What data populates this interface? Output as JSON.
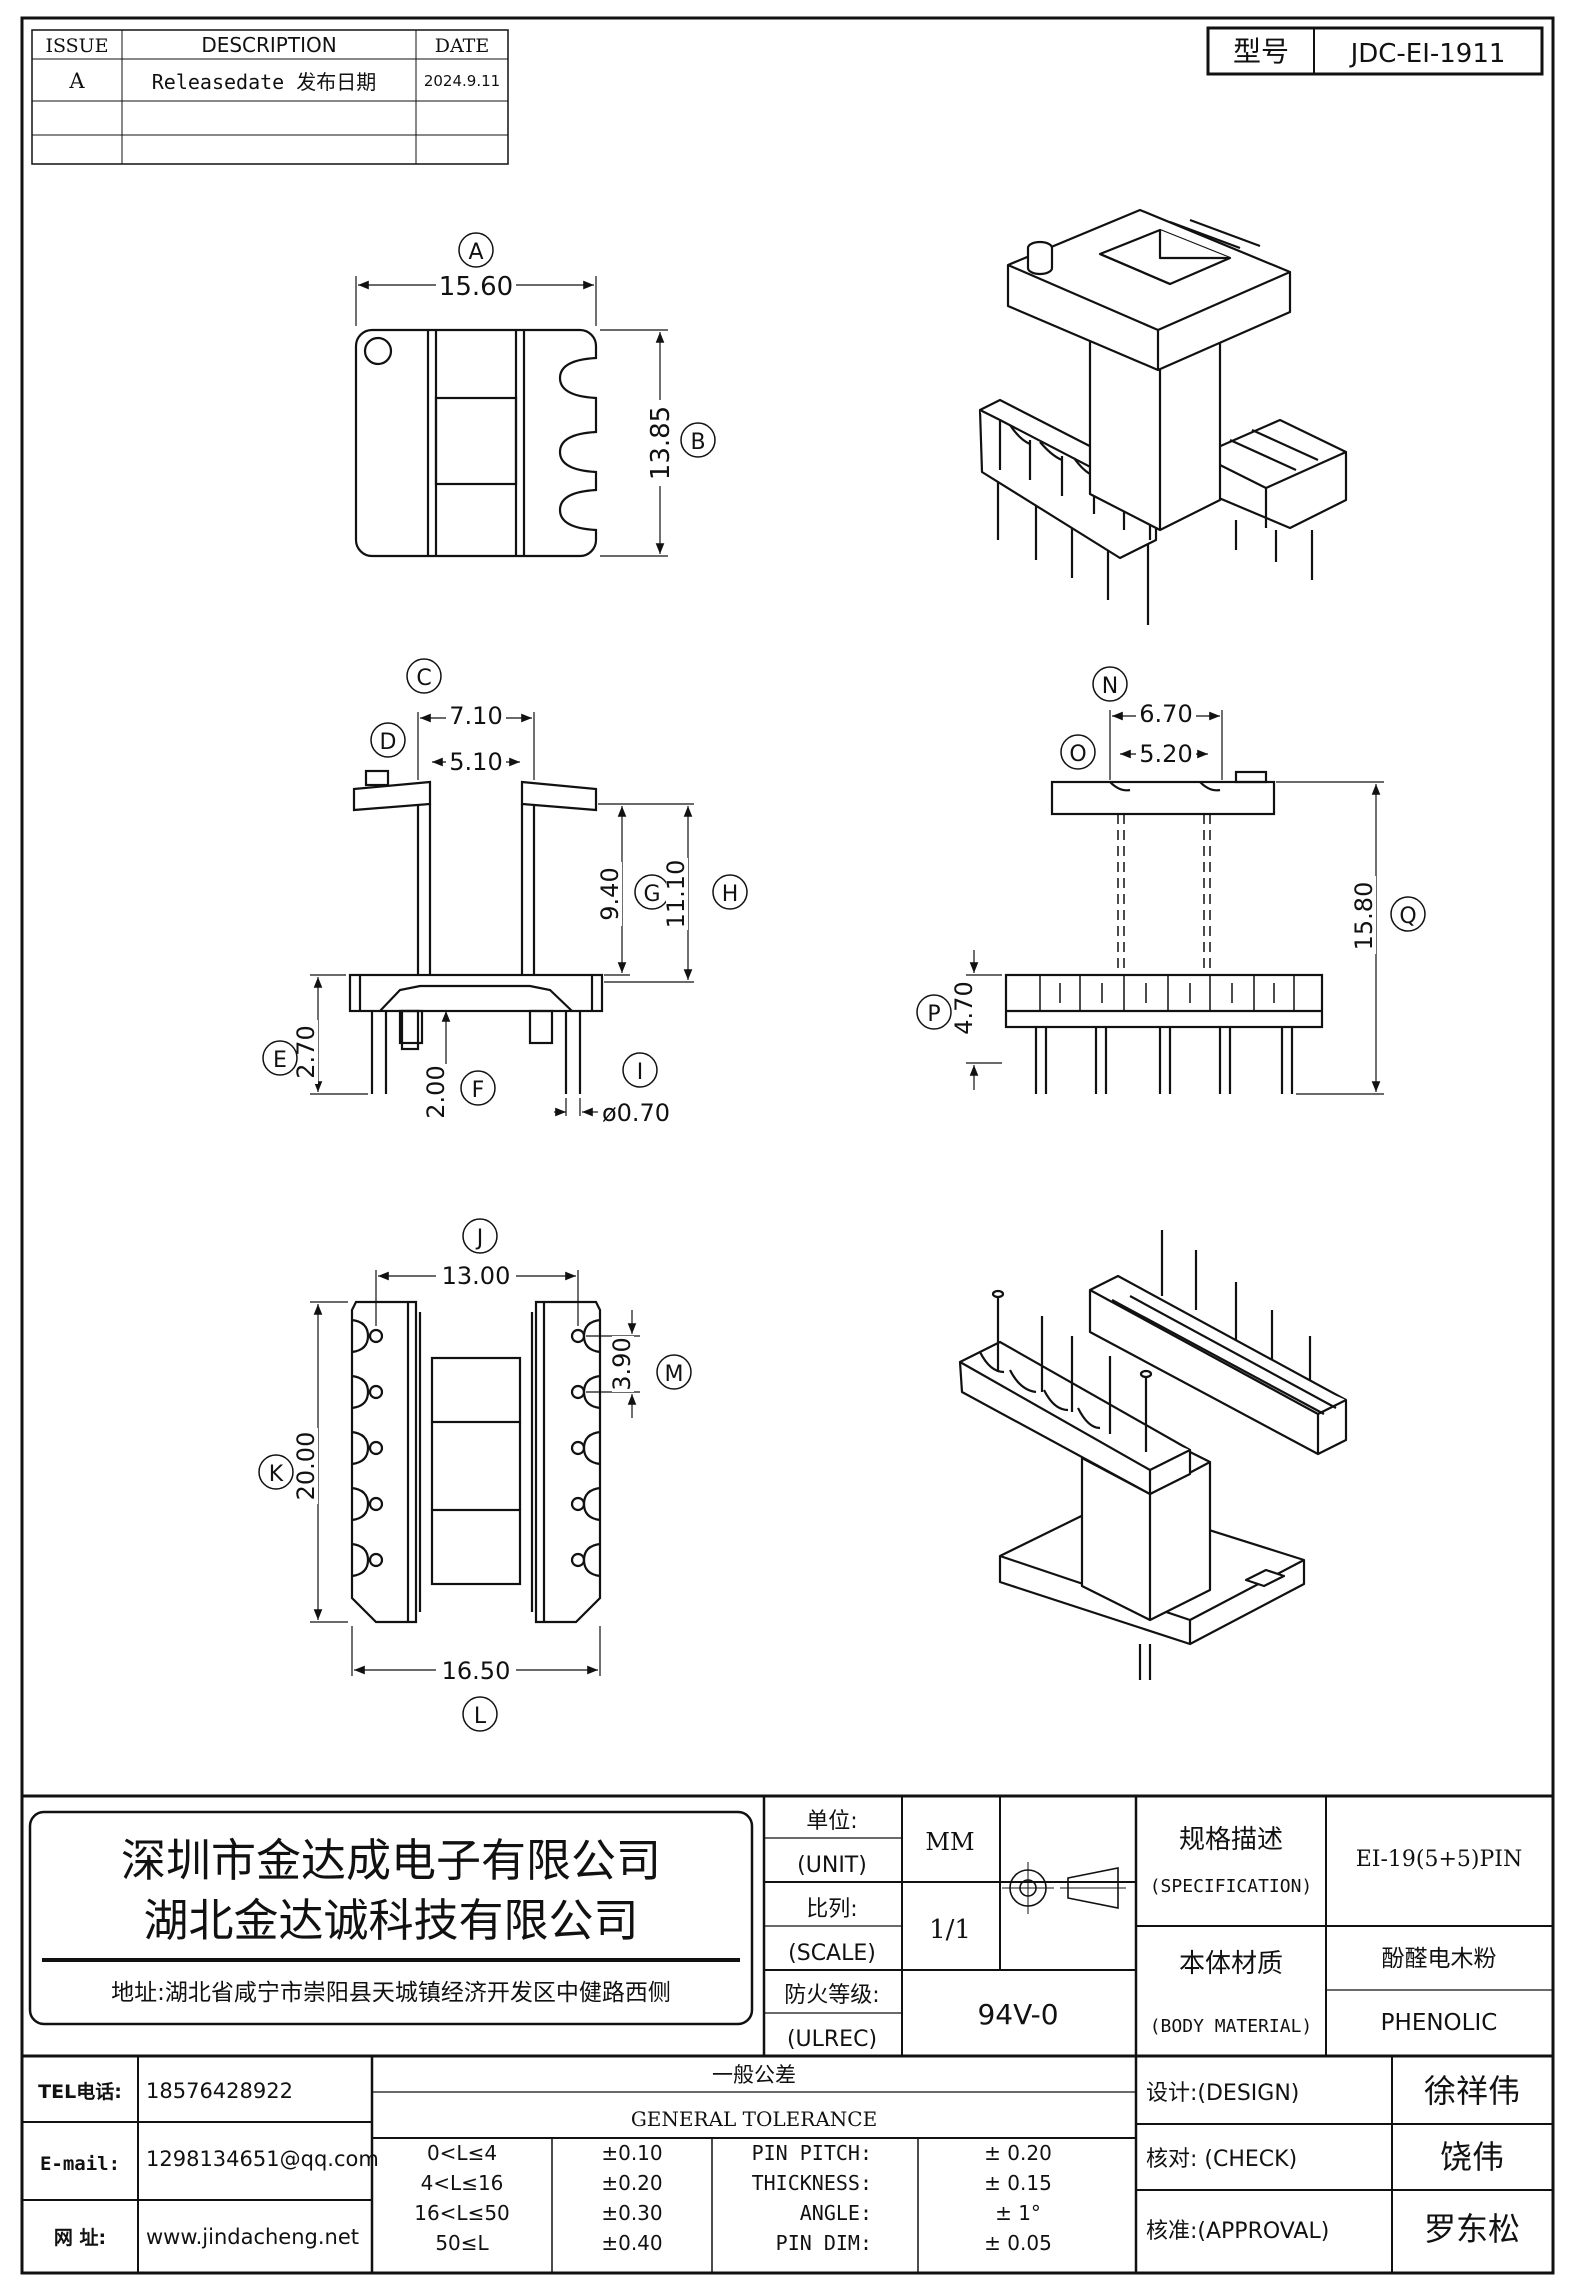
{
  "revision_table": {
    "headers": [
      "ISSUE",
      "DESCRIPTION",
      "DATE"
    ],
    "rows": [
      [
        "A",
        "Releasedate 发布日期",
        "2024.9.11"
      ]
    ]
  },
  "model": {
    "label": "型号",
    "value": "JDC-EI-1911"
  },
  "top_view": {
    "tag_a": "A",
    "dim_a": "15.60",
    "tag_b": "B",
    "dim_b": "13.85"
  },
  "side_view": {
    "tag_c": "C",
    "dim_c": "7.10",
    "tag_d": "D",
    "dim_d": "5.10",
    "tag_g": "G",
    "dim_g": "9.40",
    "tag_h": "H",
    "dim_h": "11.10",
    "tag_e": "E",
    "dim_e": "2.70",
    "tag_f": "F",
    "dim_f": "2.00",
    "tag_i": "I",
    "dim_i": "ø0.70"
  },
  "front_view": {
    "tag_n": "N",
    "dim_n": "6.70",
    "tag_o": "O",
    "dim_o": "5.20",
    "tag_q": "Q",
    "dim_q": "15.80",
    "tag_p": "P",
    "dim_p": "4.70"
  },
  "bottom_view": {
    "tag_j": "J",
    "dim_j": "13.00",
    "tag_m": "M",
    "dim_m": "3.90",
    "tag_k": "K",
    "dim_k": "20.00",
    "tag_l": "L",
    "dim_l": "16.50"
  },
  "title_block": {
    "company_1": "深圳市金达成电子有限公司",
    "company_2": "湖北金达诚科技有限公司",
    "address": "地址:湖北省咸宁市崇阳县天城镇经济开发区中健路西侧",
    "unit_cn": "单位:",
    "unit_en": "(UNIT)",
    "unit_value": "MM",
    "scale_cn": "比列:",
    "scale_en": "(SCALE)",
    "scale_value": "1/1",
    "ul_cn": "防火等级:",
    "ul_en": "(ULREC)",
    "ul_value": "94V-0",
    "spec_cn": "规格描述",
    "spec_en": "(SPECIFICATION)",
    "spec_value": "EI-19(5+5)PIN",
    "material_cn": "本体材质",
    "material_en": "(BODY MATERIAL)",
    "material_value_cn": "酚醛电木粉",
    "material_value_en": "PHENOLIC",
    "tel_label": "TEL电话:",
    "tel_value": "18576428922",
    "email_label": "E-mail:",
    "email_value": "1298134651@qq.com",
    "web_label": "网  址:",
    "web_value": "www.jindacheng.net",
    "tol_cn": "一般公差",
    "tol_en": "GENERAL TOLERANCE",
    "tol_ranges": [
      "0<L≤4",
      "4<L≤16",
      "16<L≤50",
      "50≤L"
    ],
    "tol_values": [
      "±0.10",
      "±0.20",
      "±0.30",
      "±0.40"
    ],
    "tol_items": [
      "PIN PITCH:",
      "THICKNESS:",
      "ANGLE:",
      "PIN DIM:"
    ],
    "tol_item_values": [
      "± 0.20",
      "± 0.15",
      "± 1°",
      "± 0.05"
    ],
    "design_label": "设计:(DESIGN)",
    "design_name": "徐祥伟",
    "check_label": "核对: (CHECK)",
    "check_name": "饶伟",
    "approval_label": "核准:(APPROVAL)",
    "approval_name": "罗东松"
  }
}
